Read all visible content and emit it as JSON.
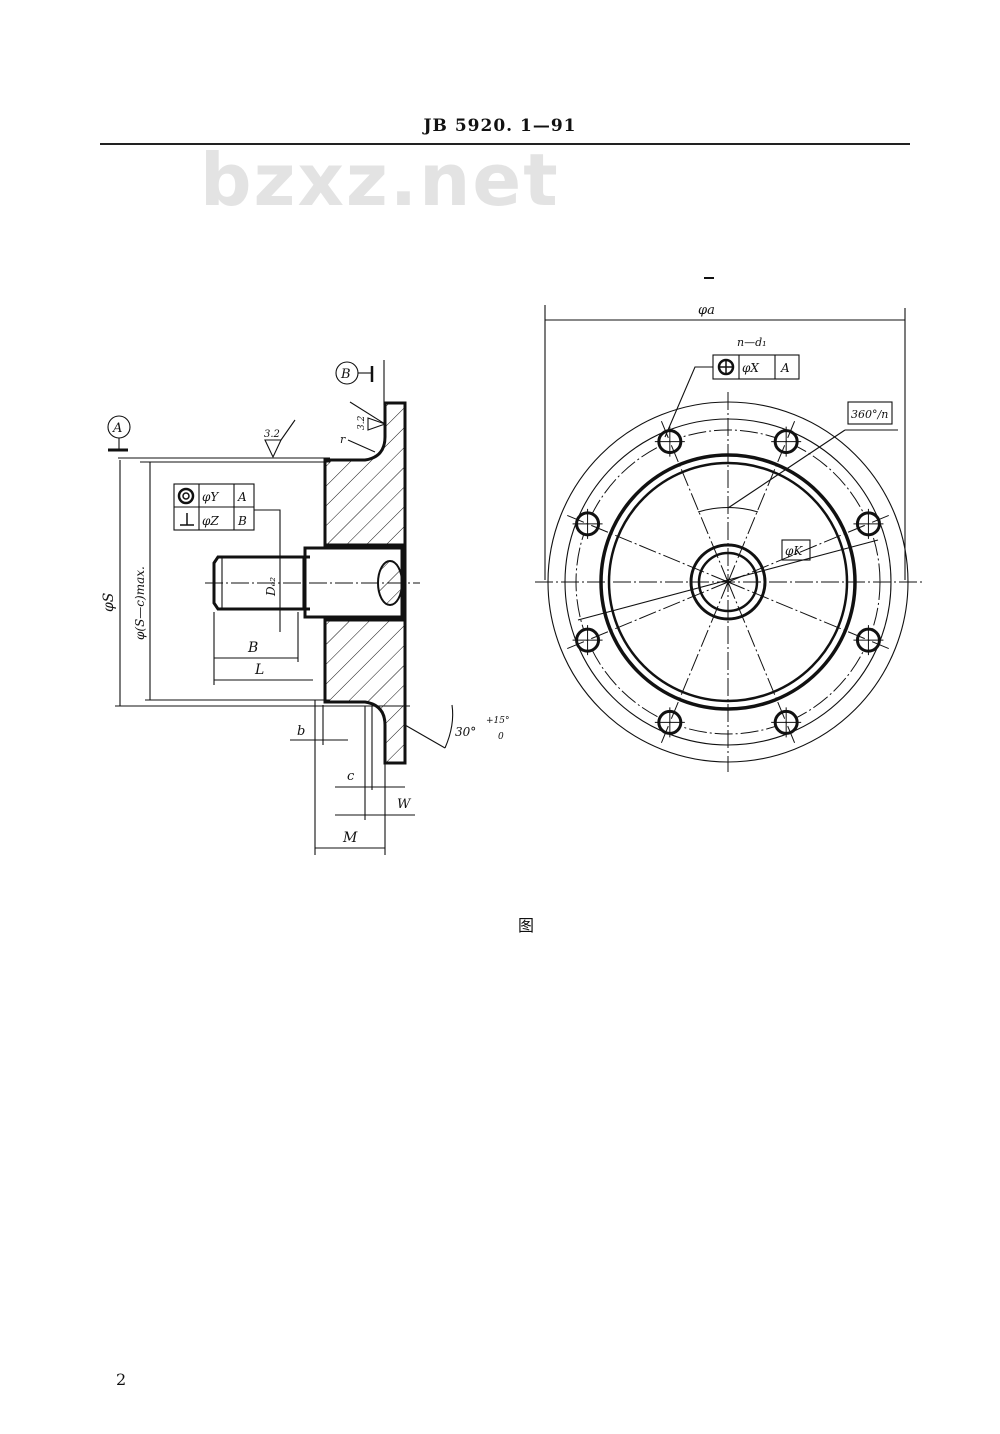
{
  "header": {
    "standard_number": "JB 5920. 1—91"
  },
  "watermark": "bzxz.net",
  "figure": {
    "caption": "图",
    "side_view": {
      "datum_a": "A",
      "datum_b": "B",
      "roughness_1": "3.2",
      "roughness_2": "3.2",
      "radius": "r",
      "fcf_row1": {
        "tolerance": "φY",
        "datum": "A"
      },
      "fcf_row2": {
        "tolerance": "φZ",
        "datum": "B"
      },
      "thread_dia": "Dₑ₂",
      "dim_b_upper": "B",
      "dim_l": "L",
      "dim_phi_s": "φS",
      "dim_phi_sc": "φ(S—c)max.",
      "dim_b_lower": "b",
      "dim_c": "c",
      "dim_w": "W",
      "dim_m": "M",
      "angle": "30°",
      "angle_tol_upper": "+15°",
      "angle_tol_lower": "0"
    },
    "front_view": {
      "dim_phi_a": "φa",
      "hole_spec": "n—d₁",
      "fcf": {
        "tolerance": "φX",
        "datum": "A"
      },
      "angle_box": "360°/n",
      "dim_phi_k": "φK"
    }
  },
  "page_number": "2"
}
